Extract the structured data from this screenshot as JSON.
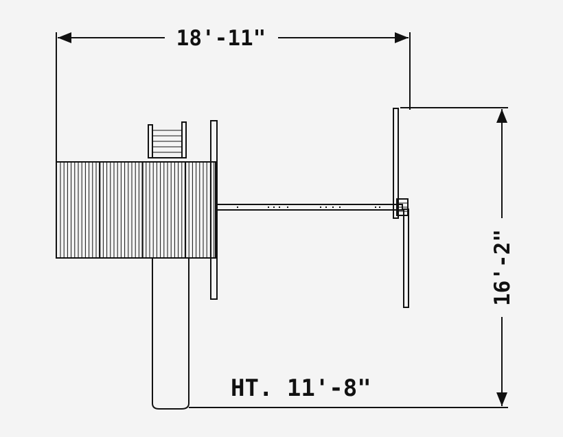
{
  "diagram": {
    "width_label": "18'-11\"",
    "depth_label": "16'-2\"",
    "height_label": "HT. 11'-8\""
  }
}
